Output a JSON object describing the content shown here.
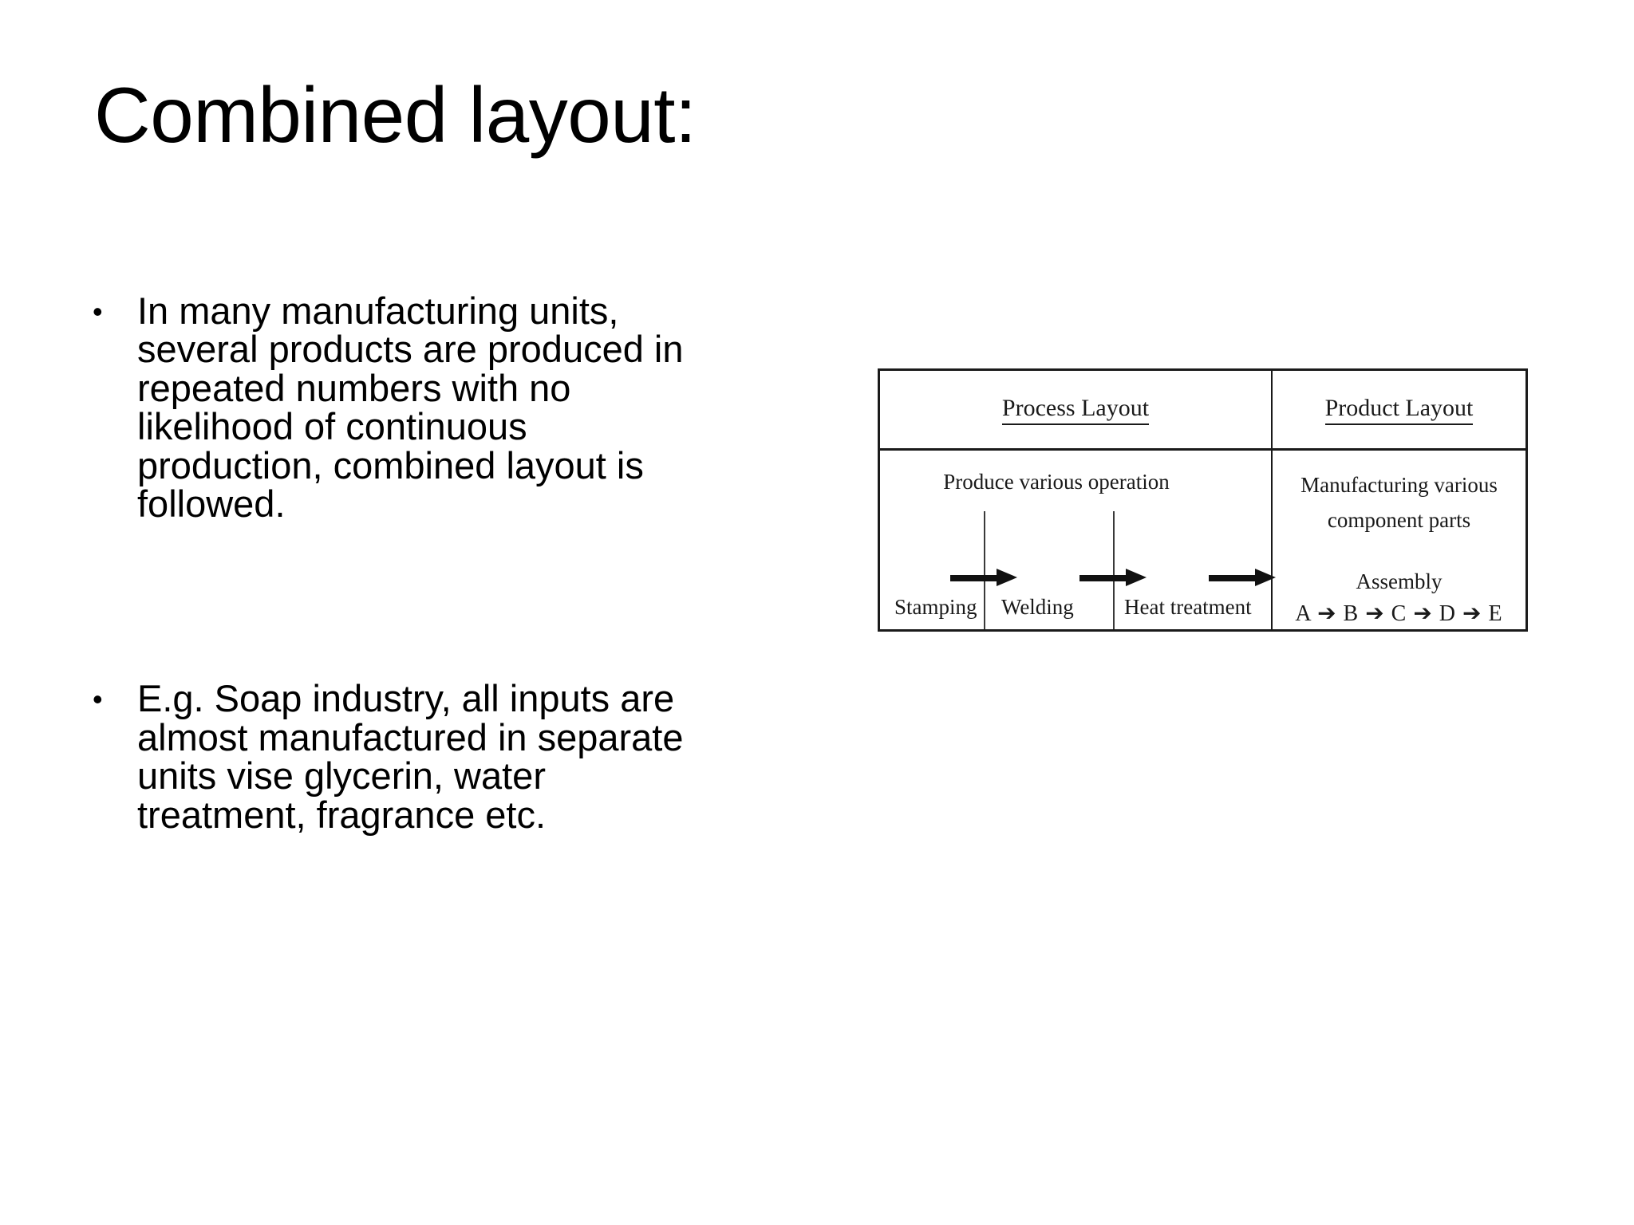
{
  "slide": {
    "title": "Combined layout:",
    "bullets": [
      {
        "marker": "•",
        "text": "In many manufacturing units, several products are produced in repeated numbers with no likelihood of continuous production, combined layout is followed."
      },
      {
        "marker": "•",
        "text": " E.g. Soap industry, all inputs are almost manufactured in separate units vise glycerin, water treatment, fragrance etc."
      }
    ]
  },
  "diagram": {
    "columns": {
      "process_layout_header": "Process Layout",
      "product_layout_header": "Product Layout"
    },
    "process": {
      "caption": "Produce  various operation",
      "stages": [
        "Stamping",
        "Welding",
        "Heat treatment"
      ],
      "arrow_count": 3
    },
    "product": {
      "caption_line1": "Manufacturing various",
      "caption_line2": "component parts",
      "assembly_label": "Assembly",
      "assembly_chain": "A ➔ B ➔ C ➔ D ➔ E"
    }
  },
  "colors": {
    "text": "#000000",
    "diagram_border": "#1a1a1a",
    "background": "#ffffff"
  }
}
